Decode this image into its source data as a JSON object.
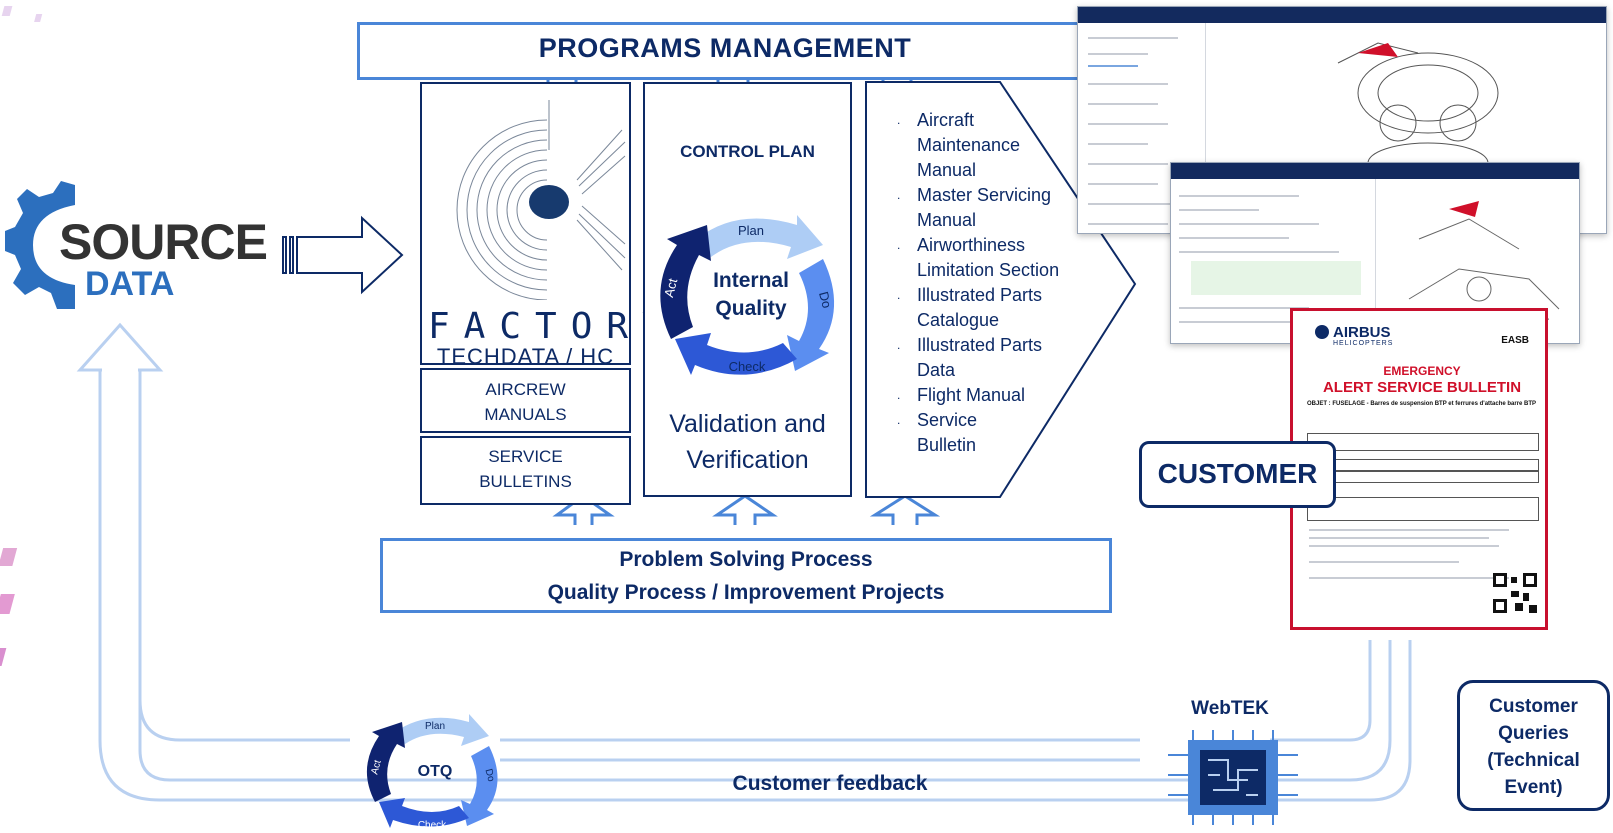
{
  "programs_management": "PROGRAMS MANAGEMENT",
  "source": {
    "main": "SOURCE",
    "sub": "DATA"
  },
  "factory": {
    "word": "FACTORY",
    "sub": "TECHDATA / HC"
  },
  "aircrew_manuals": [
    "AIRCREW",
    "MANUALS"
  ],
  "service_bulletins": [
    "SERVICE",
    "BULLETINS"
  ],
  "control_plan": {
    "title": "CONTROL PLAN",
    "cycle": {
      "plan": "Plan",
      "do": "Do",
      "check": "Check",
      "act": "Act",
      "center": [
        "Internal",
        "Quality"
      ]
    },
    "validation": [
      "Validation and",
      "Verification"
    ]
  },
  "documents": [
    [
      "Aircraft",
      "Maintenance",
      "Manual"
    ],
    [
      "Master Servicing",
      "Manual"
    ],
    [
      "Airworthiness",
      "Limitation Section"
    ],
    [
      "Illustrated Parts",
      "Catalogue"
    ],
    [
      "Illustrated Parts",
      "Data"
    ],
    [
      "Flight Manual"
    ],
    [
      "Service",
      "Bulletin"
    ]
  ],
  "problem_solving": [
    "Problem Solving Process",
    "Quality Process / Improvement Projects"
  ],
  "customer": "CUSTOMER",
  "customer_queries": [
    "Customer",
    "Queries",
    "(Technical",
    "Event)"
  ],
  "webtek": "WebTEK",
  "customer_feedback": "Customer feedback",
  "otq_cycle": {
    "plan": "Plan",
    "do": "Do",
    "check": "Check",
    "act": "Act",
    "center": "OTQ"
  },
  "asb_doc": {
    "brand": "AIRBUS",
    "brand_sub": "HELICOPTERS",
    "easb": "EASB",
    "emergency": "EMERGENCY",
    "alert": "ALERT SERVICE BULLETIN",
    "objet": "OBJET : FUSELAGE - Barres de suspension BTP et ferrures d'attache barre BTP"
  },
  "colors": {
    "navy": "#0d2a66",
    "light_blue": "#4a86d8",
    "pale_blue": "#b9d0f0",
    "gear_blue": "#2c6fbe",
    "alert_red": "#d0102a"
  }
}
